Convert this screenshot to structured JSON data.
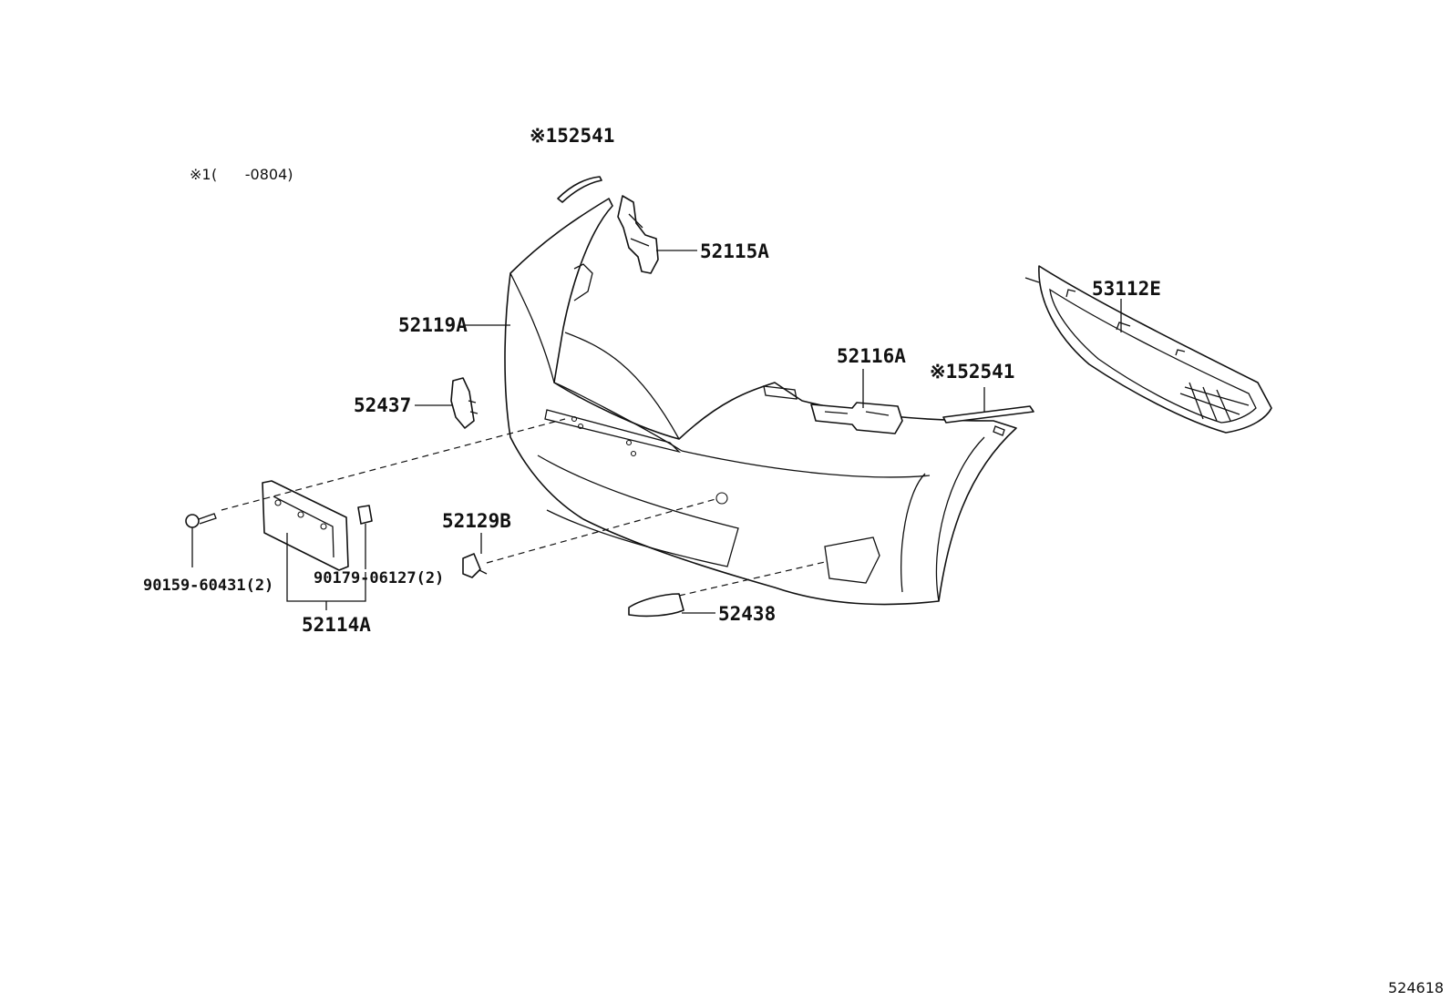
{
  "note": {
    "marker": "※1",
    "range": "(      -0804)"
  },
  "figure_id": "524618",
  "labels": {
    "p52541_top": "※152541",
    "p52115A": "52115A",
    "p52119A": "52119A",
    "p53112E": "53112E",
    "p52116A": "52116A",
    "p52541_right": "※152541",
    "p52437": "52437",
    "p52129B": "52129B",
    "p90159": "90159-60431(2)",
    "p90179": "90179-06127(2)",
    "p52114A": "52114A",
    "p52438": "52438"
  }
}
